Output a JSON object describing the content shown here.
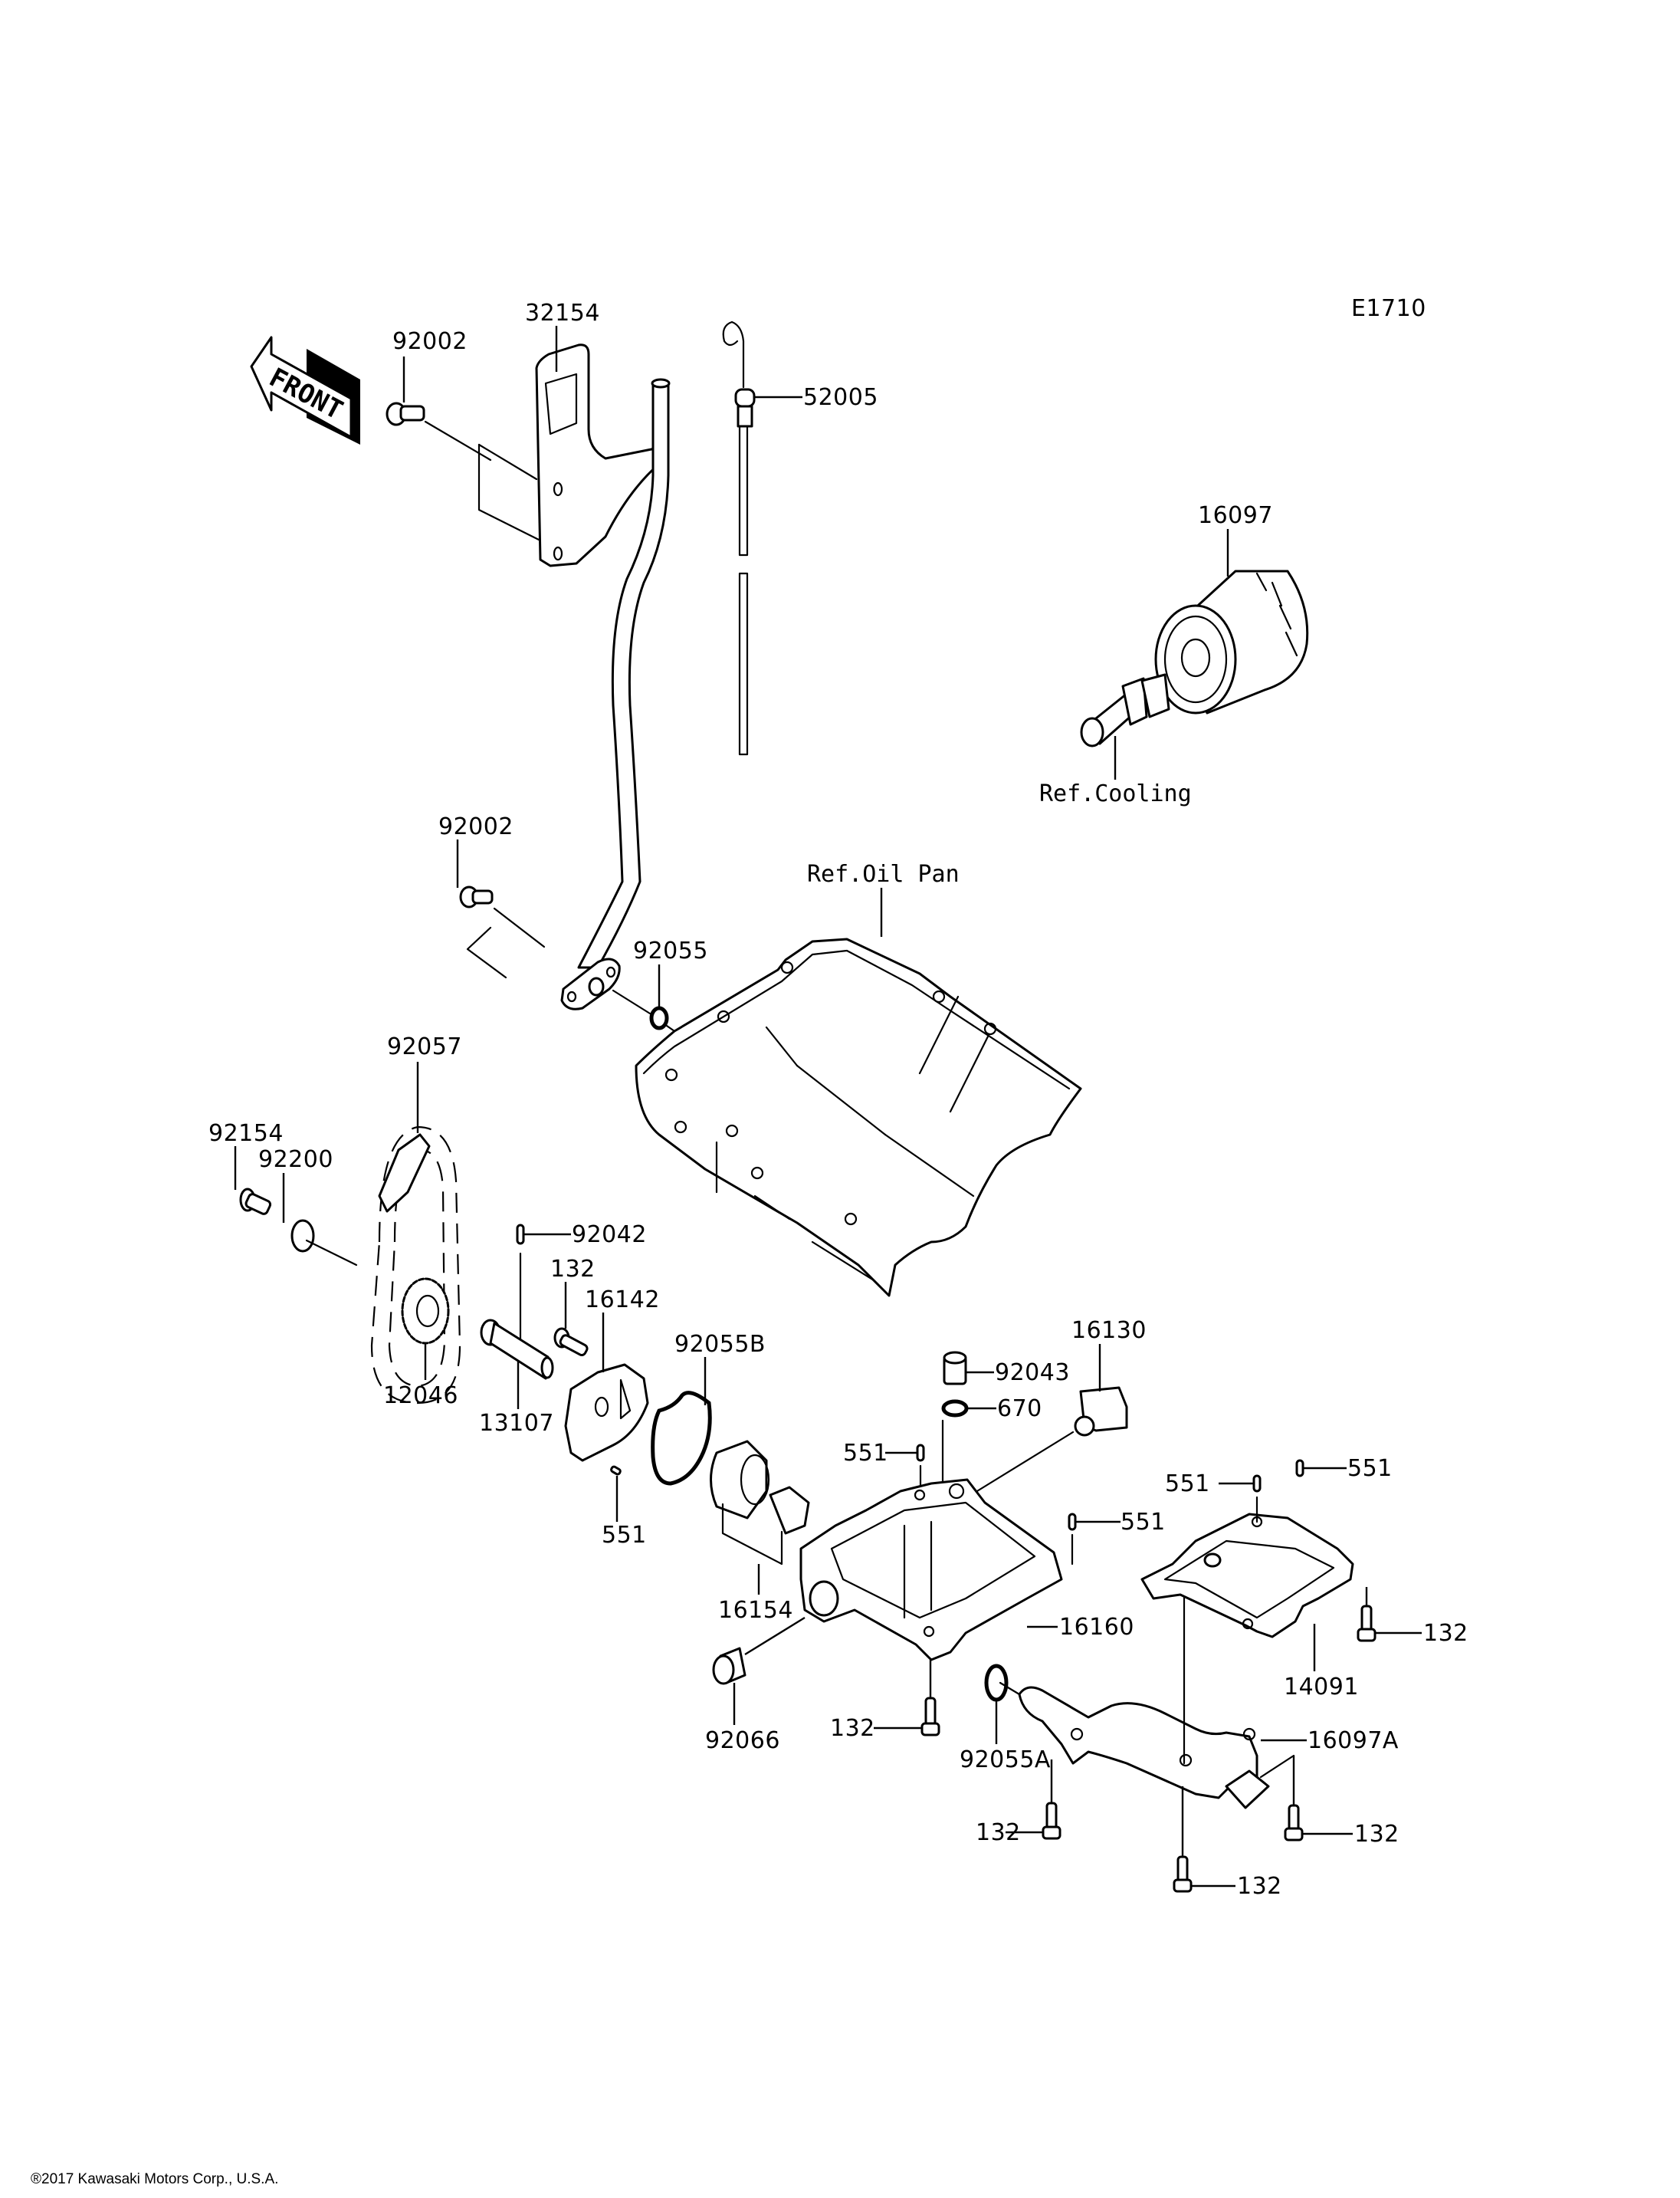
{
  "diagram": {
    "figure_code": "E1710",
    "direction_marker": "FRONT",
    "references": {
      "cooling": "Ref.Cooling",
      "oil_pan": "Ref.Oil Pan"
    },
    "parts": {
      "bracket": "32154",
      "bolt_upper": "92002",
      "dipstick": "52005",
      "oil_filter": "16097",
      "bolt_lower": "92002",
      "oring_pipe": "92055",
      "chain": "92057",
      "sprocket_bolt": "92154",
      "washer": "92200",
      "pin": "92042",
      "pump_bolt": "132",
      "pump_cover": "16142",
      "oring_cover": "92055B",
      "sprocket": "12046",
      "pump_shaft": "13107",
      "dowel_cover": "551",
      "relief_valve": "16130",
      "collar": "92043",
      "oring_670": "670",
      "dowel_body_left": "551",
      "dowel_body_right": "551",
      "dowel_plate_left": "551",
      "dowel_plate_right": "551",
      "rotor": "16154",
      "pump_body": "16160",
      "plate": "14091",
      "plate_bolt": "132",
      "plug": "92066",
      "body_bolt": "132",
      "oring_strainer": "92055A",
      "strainer": "16097A",
      "strainer_bolt_left": "132",
      "strainer_bolt_right": "132",
      "strainer_bolt_bottom": "132"
    }
  },
  "footer": {
    "copyright": "®2017 Kawasaki Motors Corp., U.S.A."
  }
}
